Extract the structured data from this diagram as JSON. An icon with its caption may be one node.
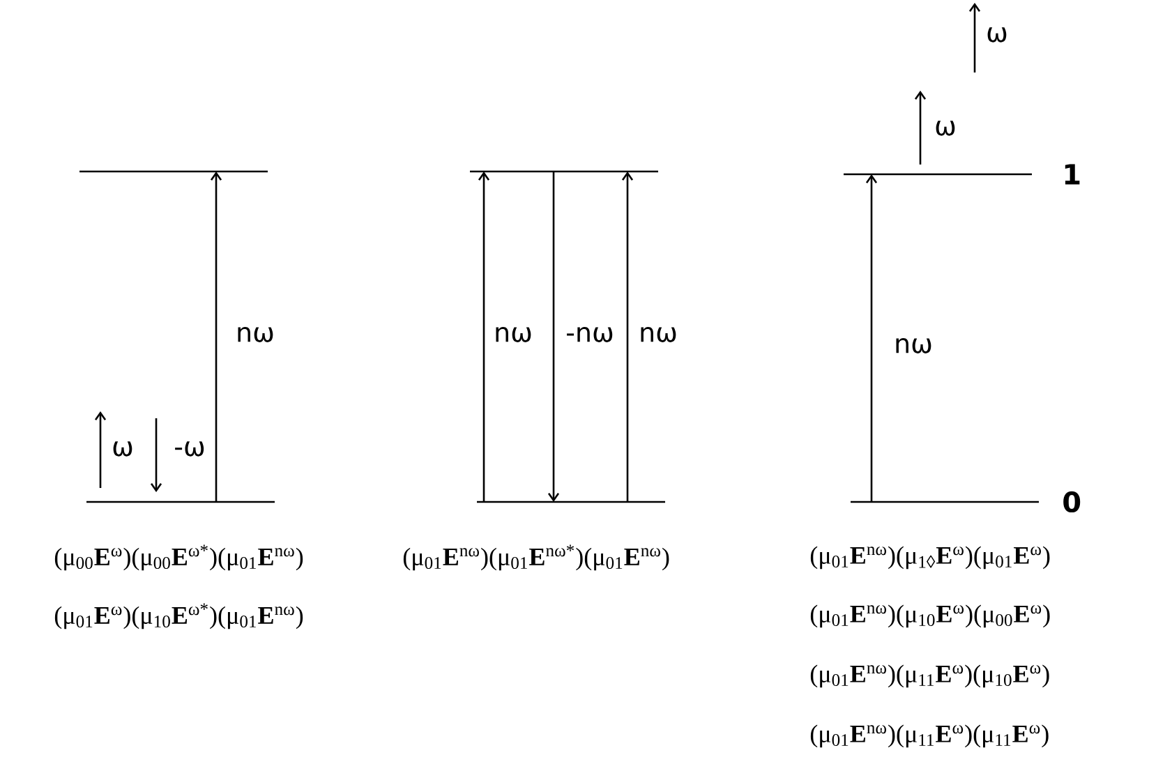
{
  "diagram": {
    "nodes": [
      {
        "text": [],
        "shape": "line"
      },
      {
        "text": [],
        "shape": "line"
      },
      {
        "text": [],
        "shape": "line"
      },
      {
        "text": [],
        "shape": "line"
      },
      {
        "text": [],
        "shape": "line",
        "beside": [
          "1"
        ]
      },
      {
        "text": [],
        "shape": "line",
        "beside": [
          "0"
        ]
      }
    ],
    "edges": [
      {
        "from": 1,
        "to": 0,
        "arrow": "to",
        "label": "nω"
      },
      {
        "from": 3,
        "to": 2,
        "arrow": "to",
        "label": "nω"
      },
      {
        "from": 2,
        "to": 3,
        "arrow": "to",
        "label": "-nω"
      },
      {
        "from": 3,
        "to": 2,
        "arrow": "to",
        "label": "nω"
      },
      {
        "from": 5,
        "to": 4,
        "arrow": "to",
        "label": "nω"
      }
    ],
    "labels": [
      "ω",
      "-ω",
      "ω",
      "ω",
      "(μ$_{00}$**E**$^{ω}$)(μ$_{00}$**E**$^{ω*}$)(μ$_{01}$**E**$^{nω}$)",
      "(μ$_{01}$**E**$^{nω}$)(μ$_{01}$**E**$^{nω*}$)(μ$_{01}$**E**$^{nω}$)",
      "(μ$_{01}$**E**$^{nω}$)(μ$_{1◊}$**E**$^{ω}$)(μ$_{01}$**E**$^{ω}$)",
      "(μ$_{01}$**E**$^{ω}$)(μ$_{10}$**E**$^{ω*}$)(μ$_{01}$**E**$^{nω}$)",
      "(μ$_{01}$**E**$^{nω}$)(μ$_{10}$**E**$^{ω}$)(μ$_{00}$**E**$^{ω}$)",
      "(μ$_{01}$**E**$^{nω}$)(μ$_{11}$**E**$^{ω}$)(μ$_{10}$**E**$^{ω}$)",
      "(μ$_{01}$**E**$^{nω}$)(μ$_{11}$**E**$^{ω}$)(μ$_{11}$**E**$^{ω}$)"
    ]
  }
}
